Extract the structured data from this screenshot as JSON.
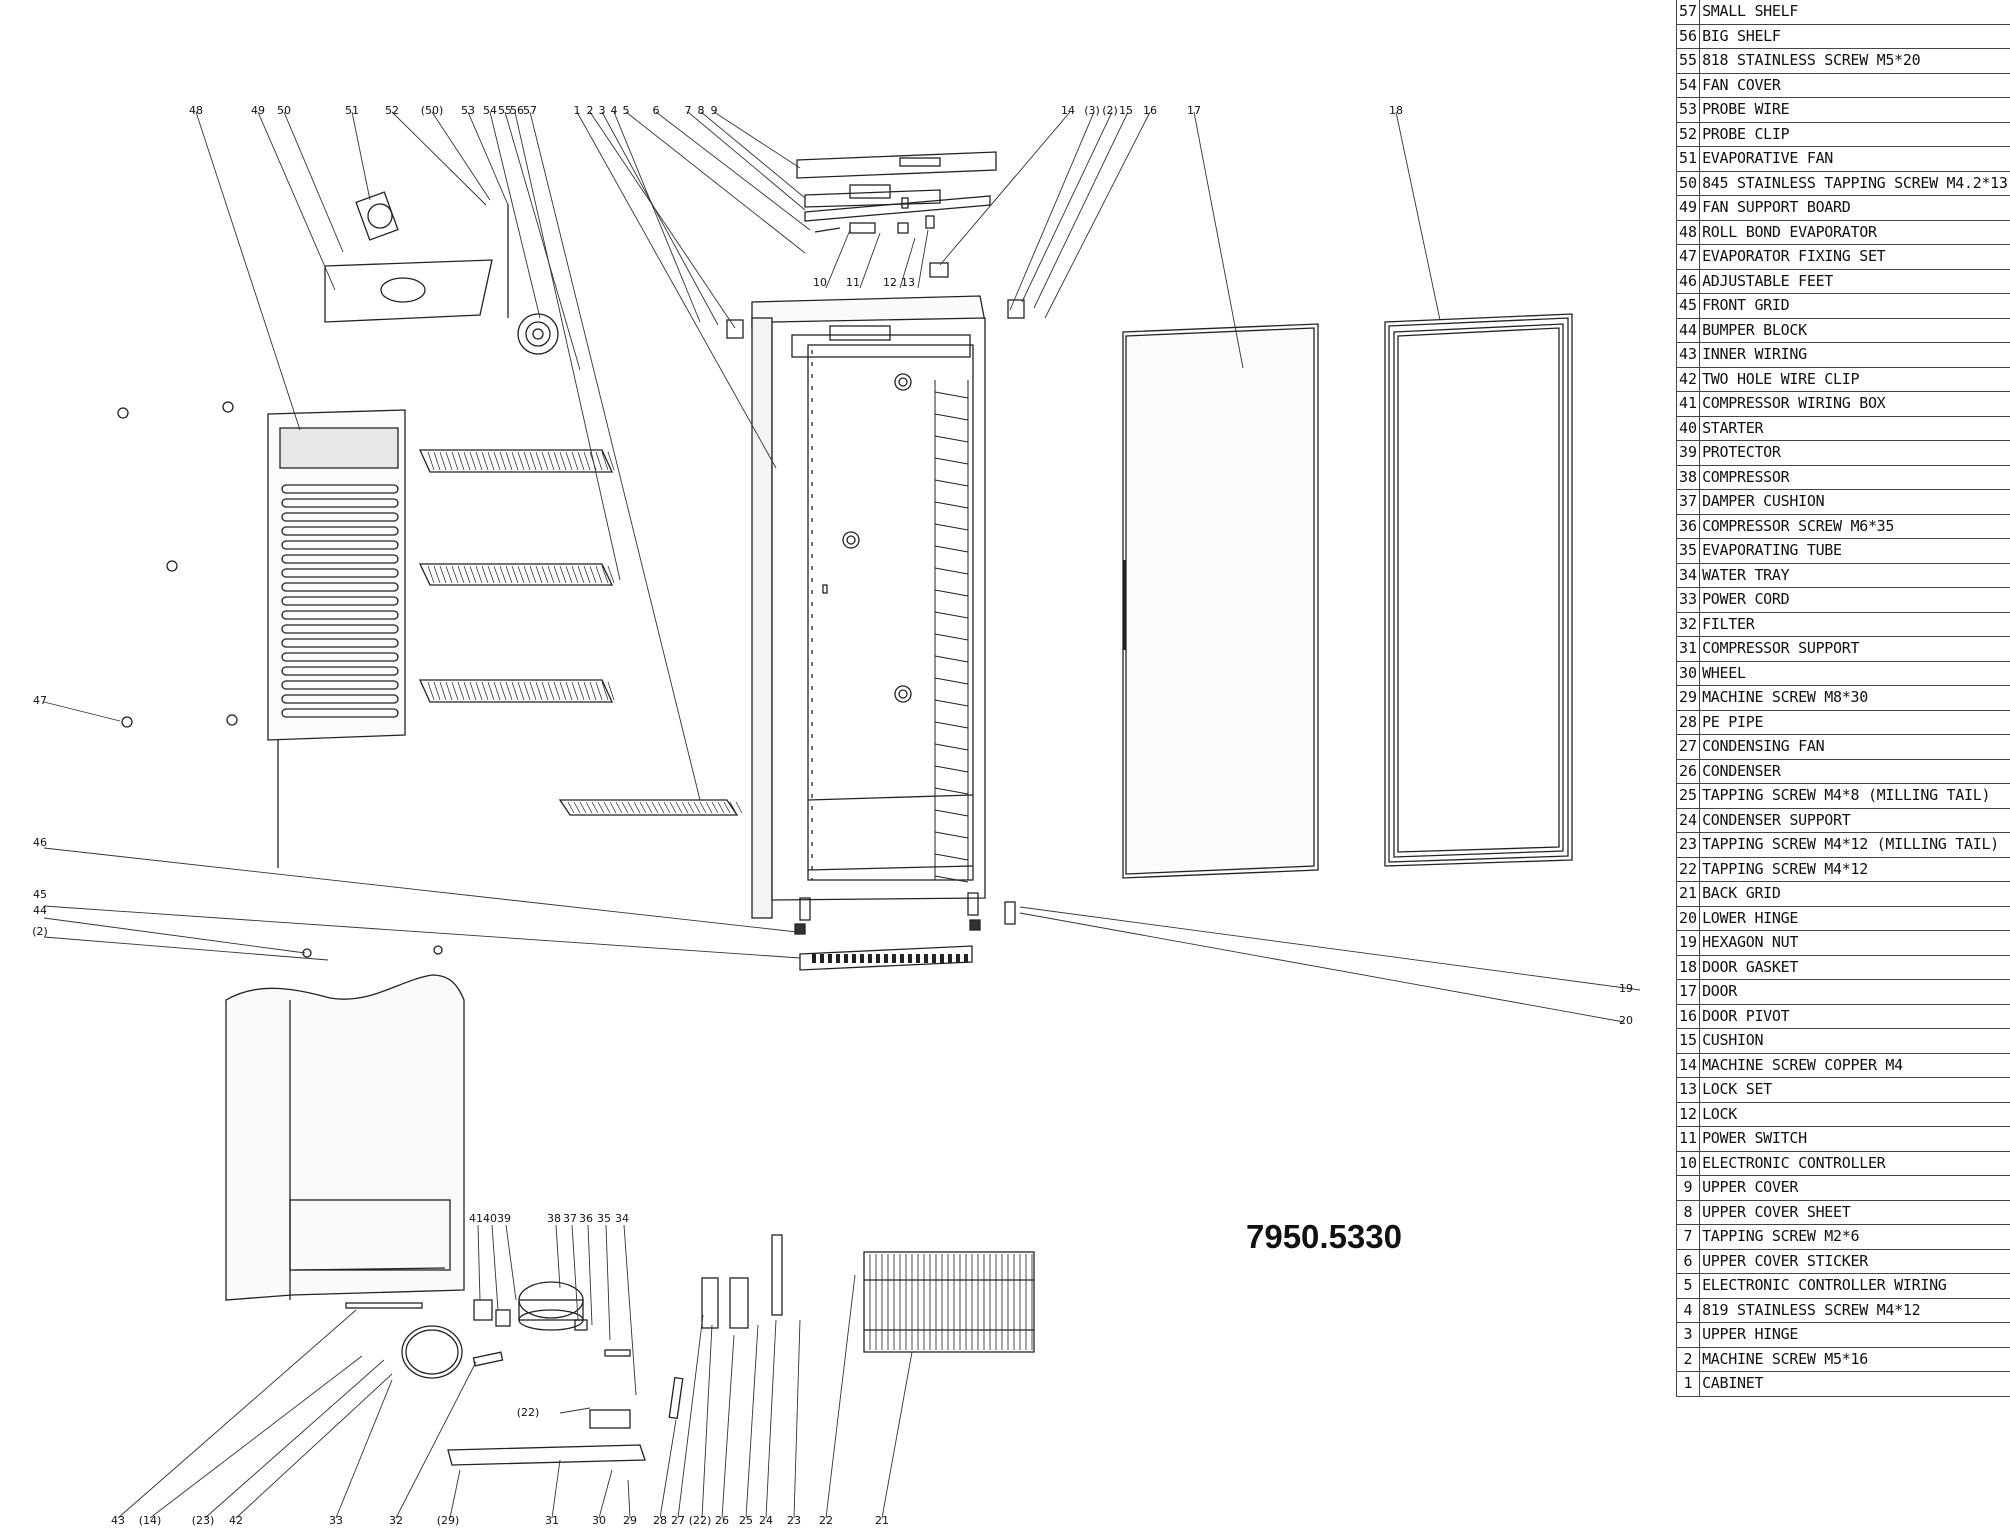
{
  "model_code": "7950.5330",
  "parts": [
    {
      "no": "57",
      "name": "SMALL SHELF"
    },
    {
      "no": "56",
      "name": "BIG SHELF"
    },
    {
      "no": "55",
      "name": "818 STAINLESS SCREW M5*20"
    },
    {
      "no": "54",
      "name": "FAN COVER"
    },
    {
      "no": "53",
      "name": "PROBE WIRE"
    },
    {
      "no": "52",
      "name": "PROBE CLIP"
    },
    {
      "no": "51",
      "name": "EVAPORATIVE FAN"
    },
    {
      "no": "50",
      "name": "845 STAINLESS TAPPING SCREW M4.2*13"
    },
    {
      "no": "49",
      "name": "FAN SUPPORT BOARD"
    },
    {
      "no": "48",
      "name": "ROLL BOND EVAPORATOR"
    },
    {
      "no": "47",
      "name": "EVAPORATOR FIXING SET"
    },
    {
      "no": "46",
      "name": "ADJUSTABLE FEET"
    },
    {
      "no": "45",
      "name": "FRONT GRID"
    },
    {
      "no": "44",
      "name": "BUMPER BLOCK"
    },
    {
      "no": "43",
      "name": "INNER WIRING"
    },
    {
      "no": "42",
      "name": "TWO HOLE WIRE CLIP"
    },
    {
      "no": "41",
      "name": "COMPRESSOR WIRING BOX"
    },
    {
      "no": "40",
      "name": "STARTER"
    },
    {
      "no": "39",
      "name": "PROTECTOR"
    },
    {
      "no": "38",
      "name": "COMPRESSOR"
    },
    {
      "no": "37",
      "name": "DAMPER CUSHION"
    },
    {
      "no": "36",
      "name": "COMPRESSOR SCREW M6*35"
    },
    {
      "no": "35",
      "name": "EVAPORATING TUBE"
    },
    {
      "no": "34",
      "name": "WATER TRAY"
    },
    {
      "no": "33",
      "name": "POWER CORD"
    },
    {
      "no": "32",
      "name": "FILTER"
    },
    {
      "no": "31",
      "name": "COMPRESSOR SUPPORT"
    },
    {
      "no": "30",
      "name": "WHEEL"
    },
    {
      "no": "29",
      "name": "MACHINE SCREW M8*30"
    },
    {
      "no": "28",
      "name": "PE PIPE"
    },
    {
      "no": "27",
      "name": "CONDENSING FAN"
    },
    {
      "no": "26",
      "name": "CONDENSER"
    },
    {
      "no": "25",
      "name": "TAPPING SCREW M4*8 (MILLING TAIL)"
    },
    {
      "no": "24",
      "name": "CONDENSER SUPPORT"
    },
    {
      "no": "23",
      "name": "TAPPING SCREW M4*12 (MILLING TAIL)"
    },
    {
      "no": "22",
      "name": "TAPPING SCREW M4*12"
    },
    {
      "no": "21",
      "name": "BACK GRID"
    },
    {
      "no": "20",
      "name": "LOWER HINGE"
    },
    {
      "no": "19",
      "name": "HEXAGON NUT"
    },
    {
      "no": "18",
      "name": "DOOR GASKET"
    },
    {
      "no": "17",
      "name": "DOOR"
    },
    {
      "no": "16",
      "name": "DOOR PIVOT"
    },
    {
      "no": "15",
      "name": "CUSHION"
    },
    {
      "no": "14",
      "name": "MACHINE SCREW COPPER M4"
    },
    {
      "no": "13",
      "name": "LOCK SET"
    },
    {
      "no": "12",
      "name": "LOCK"
    },
    {
      "no": "11",
      "name": "POWER SWITCH"
    },
    {
      "no": "10",
      "name": "ELECTRONIC CONTROLLER"
    },
    {
      "no": "9",
      "name": "UPPER COVER"
    },
    {
      "no": "8",
      "name": "UPPER COVER SHEET"
    },
    {
      "no": "7",
      "name": "TAPPING SCREW M2*6"
    },
    {
      "no": "6",
      "name": "UPPER COVER STICKER"
    },
    {
      "no": "5",
      "name": "ELECTRONIC CONTROLLER WIRING"
    },
    {
      "no": "4",
      "name": "819 STAINLESS SCREW M4*12"
    },
    {
      "no": "3",
      "name": "UPPER HINGE"
    },
    {
      "no": "2",
      "name": "MACHINE SCREW M5*16"
    },
    {
      "no": "1",
      "name": "CABINET"
    }
  ],
  "callouts": {
    "top_left": [
      "48",
      "49",
      "50",
      "51",
      "52",
      "(50)",
      "53",
      "54",
      "55",
      "56",
      "57"
    ],
    "top_mid": [
      "1",
      "2",
      "3",
      "4",
      "5",
      "6",
      "7",
      "8",
      "9"
    ],
    "controller_row": [
      "10",
      "11",
      "12",
      "13"
    ],
    "top_right": [
      "14",
      "(3)",
      "(2)",
      "15",
      "16",
      "17",
      "18"
    ],
    "left_side": [
      "47",
      "46",
      "45",
      "44",
      "(2)"
    ],
    "right_side": [
      "19",
      "20"
    ],
    "compressor_top": [
      "41",
      "40",
      "39",
      "38",
      "37",
      "36",
      "35",
      "34"
    ],
    "bottom": [
      "43",
      "(14)",
      "(23)",
      "42",
      "33",
      "32",
      "(29)",
      "31",
      "30",
      "29",
      "28",
      "27",
      "(22)",
      "26",
      "25",
      "24",
      "23",
      "22",
      "21"
    ],
    "small_22": "(22)"
  }
}
